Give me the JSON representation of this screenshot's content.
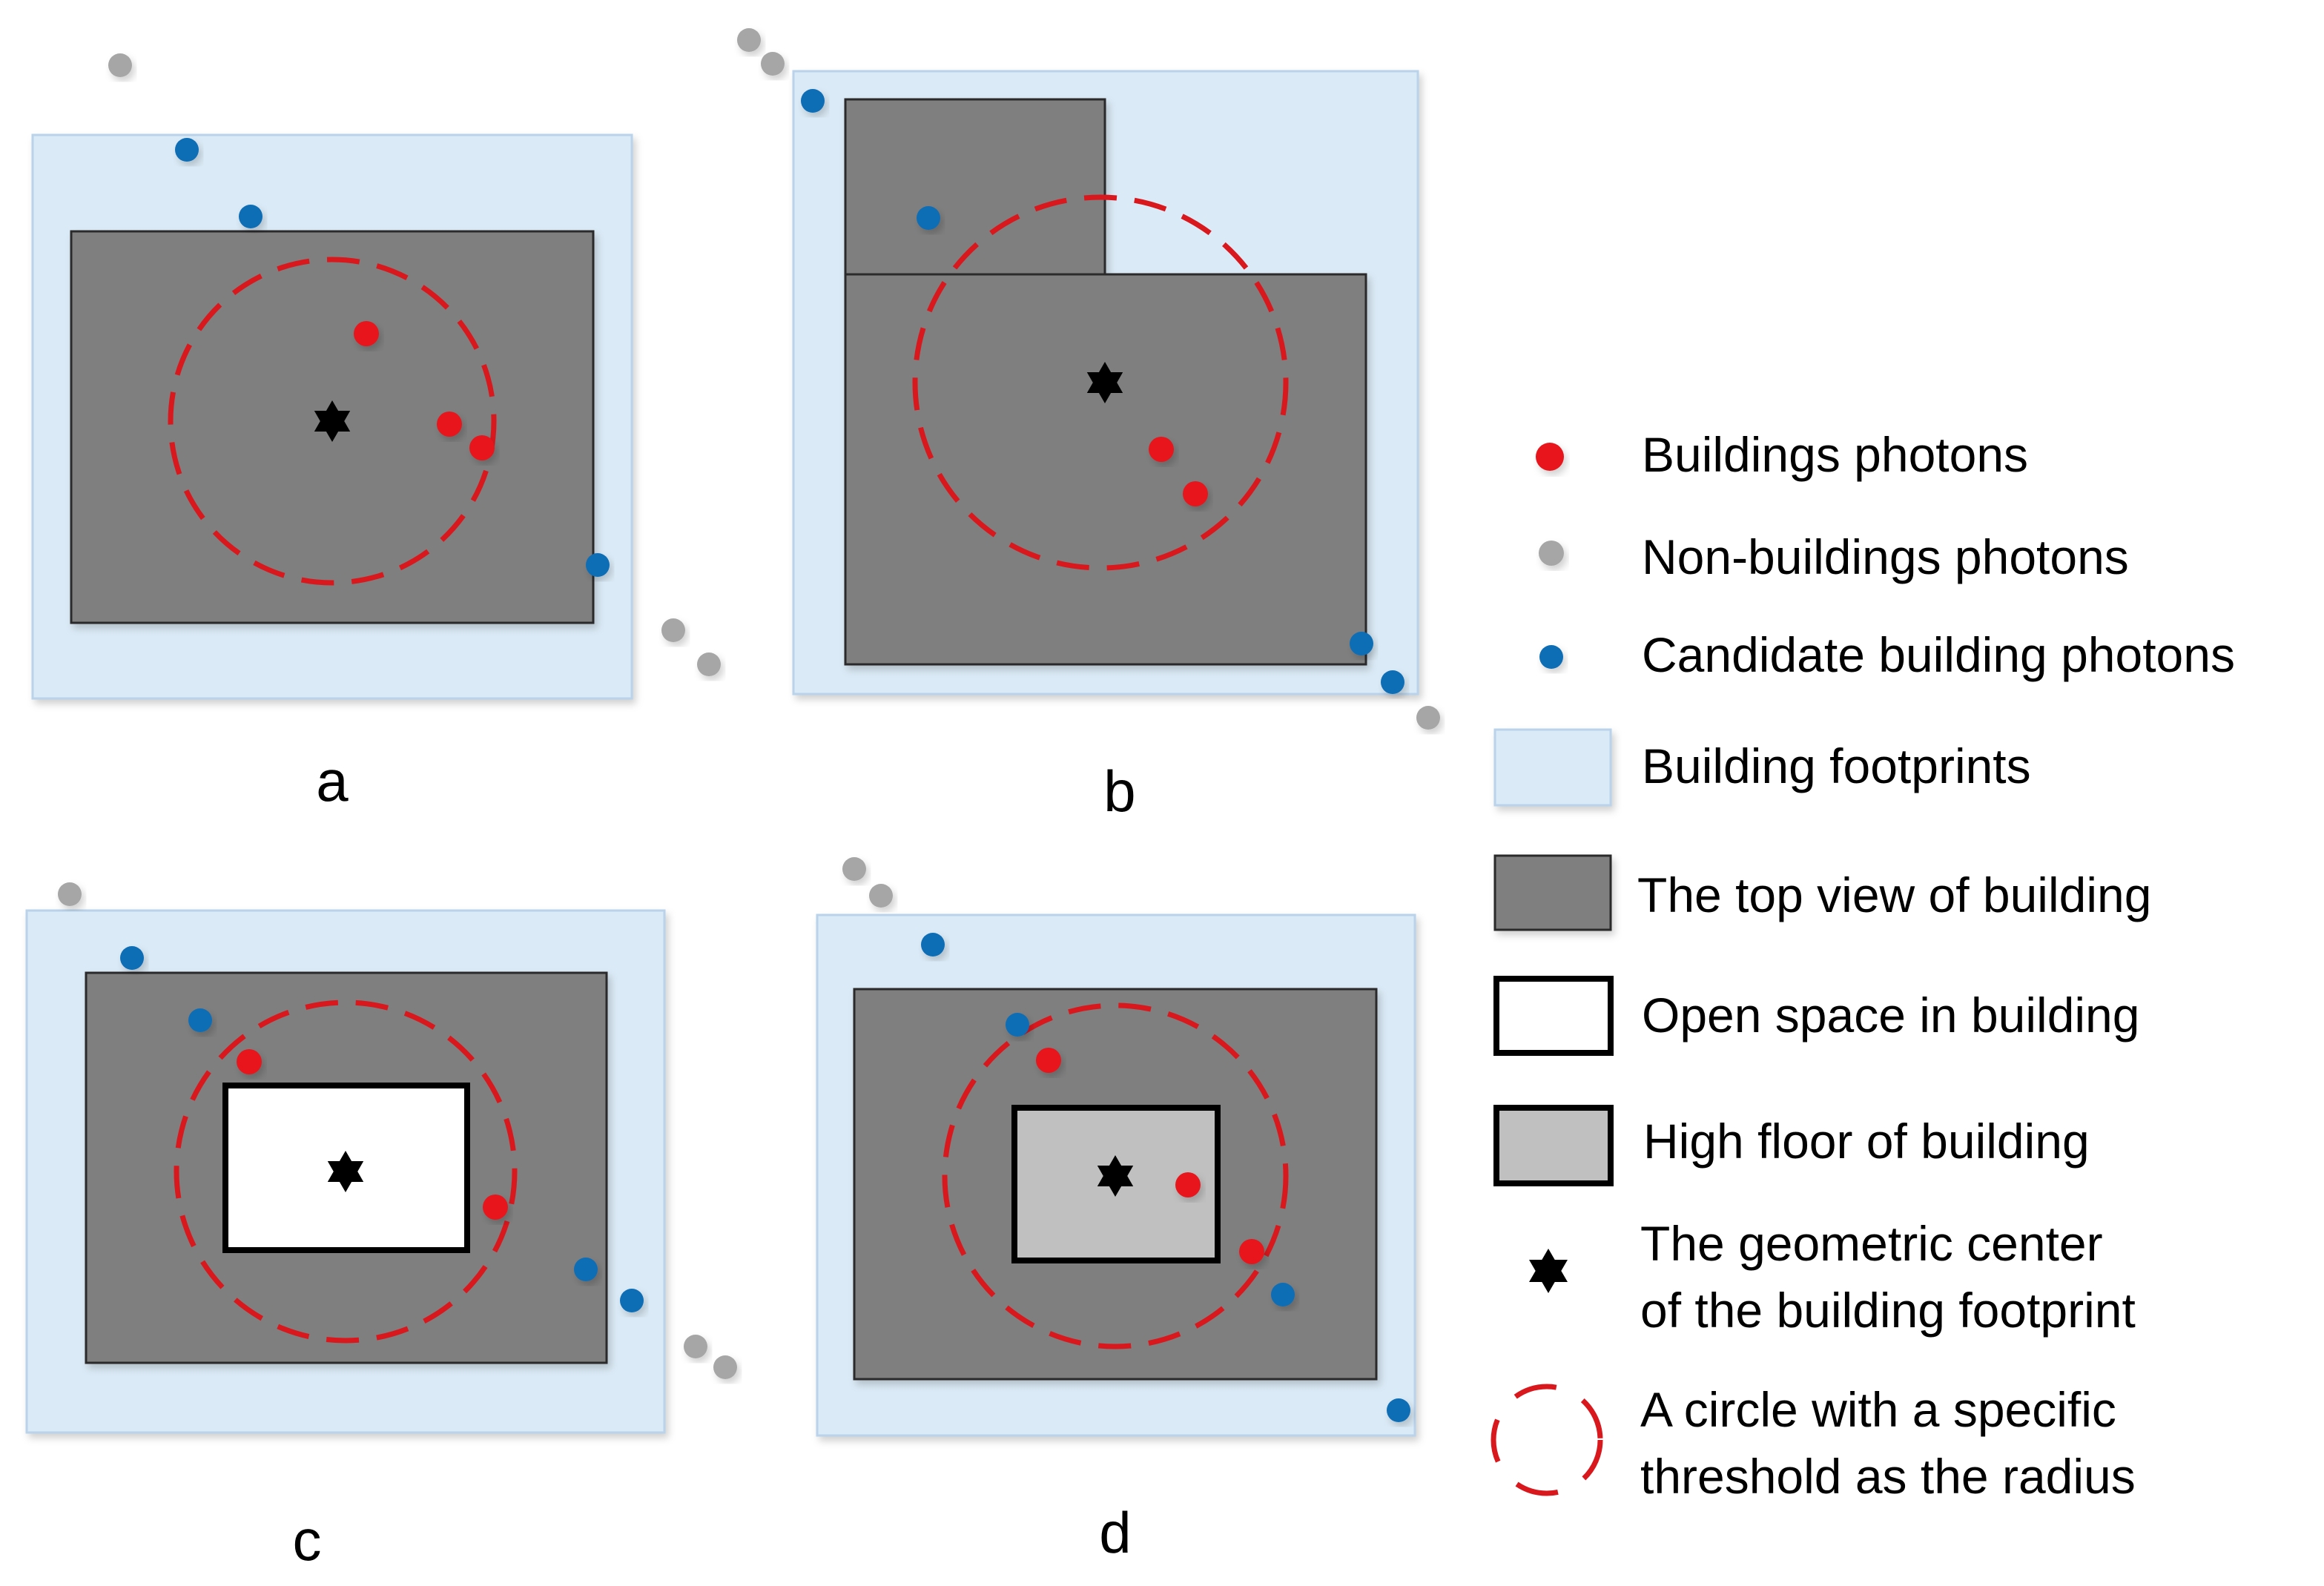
{
  "colors": {
    "footprint": "#daeaf6",
    "footprint_edge": "#b9d3ea",
    "building_top": "#7f7f7f",
    "high_floor": "#c0c0c0",
    "open_space": "#ffffff",
    "building_photon": "#e8141a",
    "non_building_photon": "#a6a6a6",
    "candidate_photon": "#0f6db5",
    "threshold_circle": "#d9181e",
    "center_marker": "#000000"
  },
  "panels": [
    {
      "label": "a"
    },
    {
      "label": "b"
    },
    {
      "label": "c"
    },
    {
      "label": "d"
    }
  ],
  "legend": [
    {
      "icon": "red-dot-icon",
      "lines": [
        "Buildings photons"
      ]
    },
    {
      "icon": "gray-dot-icon",
      "lines": [
        "Non-buildings photons"
      ]
    },
    {
      "icon": "blue-dot-icon",
      "lines": [
        "Candidate building photons"
      ]
    },
    {
      "icon": "footprint-swatch-icon",
      "lines": [
        "Building footprints"
      ]
    },
    {
      "icon": "building-top-swatch-icon",
      "lines": [
        "The top view of building"
      ]
    },
    {
      "icon": "open-space-swatch-icon",
      "lines": [
        "Open space in building"
      ]
    },
    {
      "icon": "high-floor-swatch-icon",
      "lines": [
        "High floor of building"
      ]
    },
    {
      "icon": "star-icon",
      "lines": [
        "The geometric center",
        "of the building footprint"
      ]
    },
    {
      "icon": "dashed-circle-icon",
      "lines": [
        "A circle with a specific",
        "threshold as the radius"
      ]
    }
  ]
}
